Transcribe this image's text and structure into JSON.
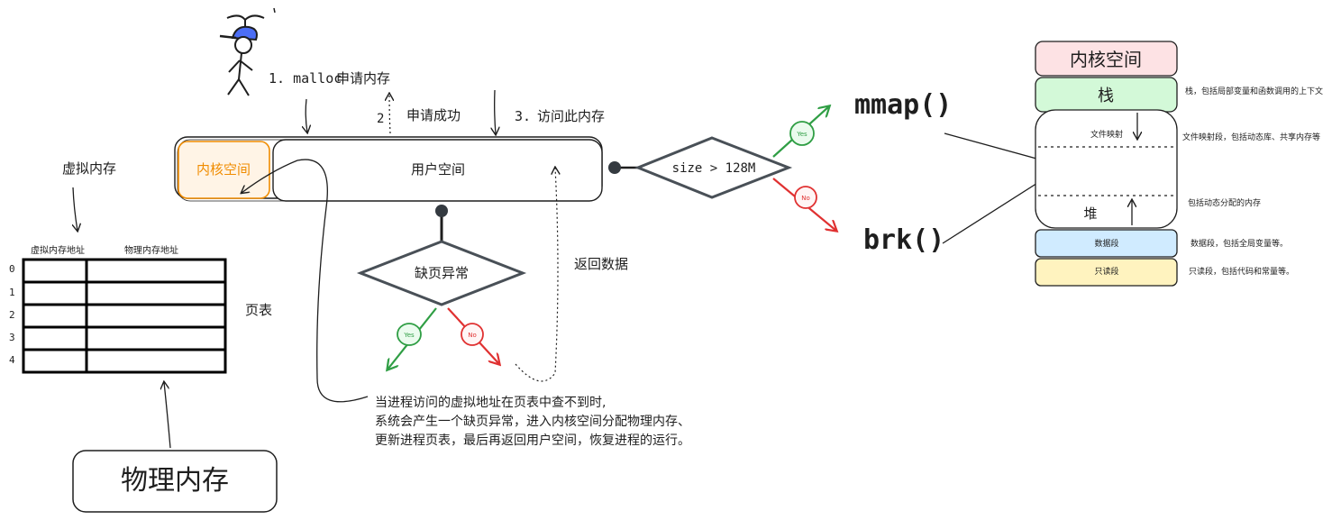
{
  "steps": {
    "step1_label": "1. malloc",
    "step1_text": "申请内存",
    "step2_num": "2",
    "step2_text": "申请成功",
    "step3_label": "3.",
    "step3_text": "访问此内存"
  },
  "virtual": {
    "title": "虚拟内存",
    "kernel_label": "内核空间",
    "user_label": "用户空间"
  },
  "page_table": {
    "title": "页表",
    "headers": [
      "虚拟内存地址",
      "物理内存地址"
    ],
    "row_indices": [
      "0",
      "1",
      "2",
      "3",
      "4"
    ]
  },
  "physical": {
    "label": "物理内存"
  },
  "page_fault": {
    "label": "缺页异常",
    "yes": "Yes",
    "no": "No",
    "return_label": "返回数据",
    "note": [
      "当进程访问的虚拟地址在页表中查不到时,",
      "系统会产生一个缺页异常，进入内核空间分配物理内存、",
      "更新进程页表，最后再返回用户空间，恢复进程的运行。"
    ]
  },
  "size_check": {
    "label": "size > 128M",
    "yes": "Yes",
    "no": "No",
    "mmap": "mmap()",
    "brk": "brk()"
  },
  "layout": {
    "kernel": "内核空间",
    "stack": "栈",
    "stack_desc": "栈，包括局部变量和函数调用的上下文",
    "mmap_label": "文件映射",
    "mmap_desc": "文件映射段，包括动态库、共享内存等",
    "heap": "堆",
    "heap_desc": "包括动态分配的内存",
    "data": "数据段",
    "data_desc": "数据段，包括全局变量等。",
    "rodata": "只读段",
    "rodata_desc": "只读段，包括代码和常量等。"
  },
  "colors": {
    "stroke": "#1e1e1e",
    "kernel_orange": "#f08c00",
    "kernel_fill": "#fff4e6",
    "yes_green": "#2f9e44",
    "yes_fill": "#ebfbee",
    "no_red": "#e03131",
    "no_fill": "#fff5f5",
    "hat_blue": "#4c6ef5",
    "pink_fill": "#fde2e4",
    "green_fill": "#d3f9d8",
    "blue_fill": "#d0ebff",
    "yellow_fill": "#fff3bf"
  }
}
